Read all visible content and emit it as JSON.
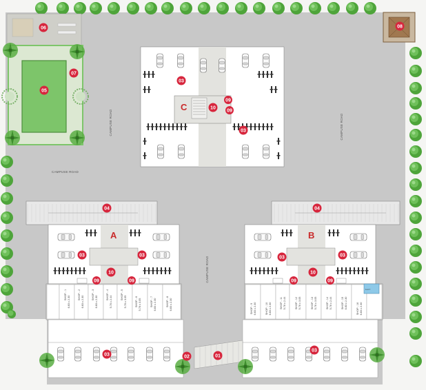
{
  "plan": {
    "road_labels": [
      "CAMPUSE ROAD",
      "CAMPUSE ROAD",
      "CAMPUSE ROAD",
      "CAMPUSE ROAD"
    ],
    "buildings": [
      "A",
      "B",
      "C"
    ],
    "markers": {
      "m01": "01",
      "m02": "02",
      "m03a": "03",
      "m03b": "03",
      "m03c": "03",
      "m03d": "03",
      "m03e": "03",
      "m03f": "03",
      "m03g": "03",
      "m03h": "03",
      "m04a": "04",
      "m04b": "04",
      "m05": "05",
      "m06": "06",
      "m07": "07",
      "m08": "08",
      "m09a": "09",
      "m09b": "09",
      "m09c": "09",
      "m09d": "09",
      "m09e": "09",
      "m09f": "09",
      "m10a": "10",
      "m10b": "10",
      "m10c": "10"
    },
    "shops_a": [
      {
        "name": "SHOP - 1",
        "size": "6.83 x 2.30"
      },
      {
        "name": "SHOP - 2",
        "size": "6.83 x 2.30"
      },
      {
        "name": "SHOP - 3",
        "size": "6.83 x 2.30"
      },
      {
        "name": "SHOP - 4",
        "size": "5.76 x 2.44"
      },
      {
        "name": "SHOP - 5",
        "size": "5.76 x 3.05"
      },
      {
        "name": "SHOP - 6",
        "size": "5.76 x 3.05"
      },
      {
        "name": "SHOP - 7",
        "size": "6.83 x 2.30"
      },
      {
        "name": "SHOP - 8",
        "size": "6.83 x 2.30"
      }
    ],
    "shops_b": [
      {
        "name": "SHOP - 9",
        "size": "6.83 x 2.30"
      },
      {
        "name": "SHOP - 10",
        "size": "6.83 x 2.30"
      },
      {
        "name": "SHOP - 11",
        "size": "5.76 x 2.44"
      },
      {
        "name": "SHOP - 12",
        "size": "5.76 x 3.05"
      },
      {
        "name": "SHOP - 13",
        "size": "5.76 x 3.05"
      },
      {
        "name": "SHOP - 14",
        "size": "5.76 x 2.44"
      },
      {
        "name": "SHOP - 15",
        "size": "6.83 x 2.30"
      },
      {
        "name": "SHOP - 16",
        "size": "6.83 x 2.30"
      }
    ],
    "lift_label": "1x4.7",
    "colors": {
      "road": "#c8c8c8",
      "lawn": "#7dc56a",
      "tree": "#4ea43a",
      "marker": "#d7263d",
      "building": "#ffffff",
      "plaza": "#e3e3df"
    }
  }
}
